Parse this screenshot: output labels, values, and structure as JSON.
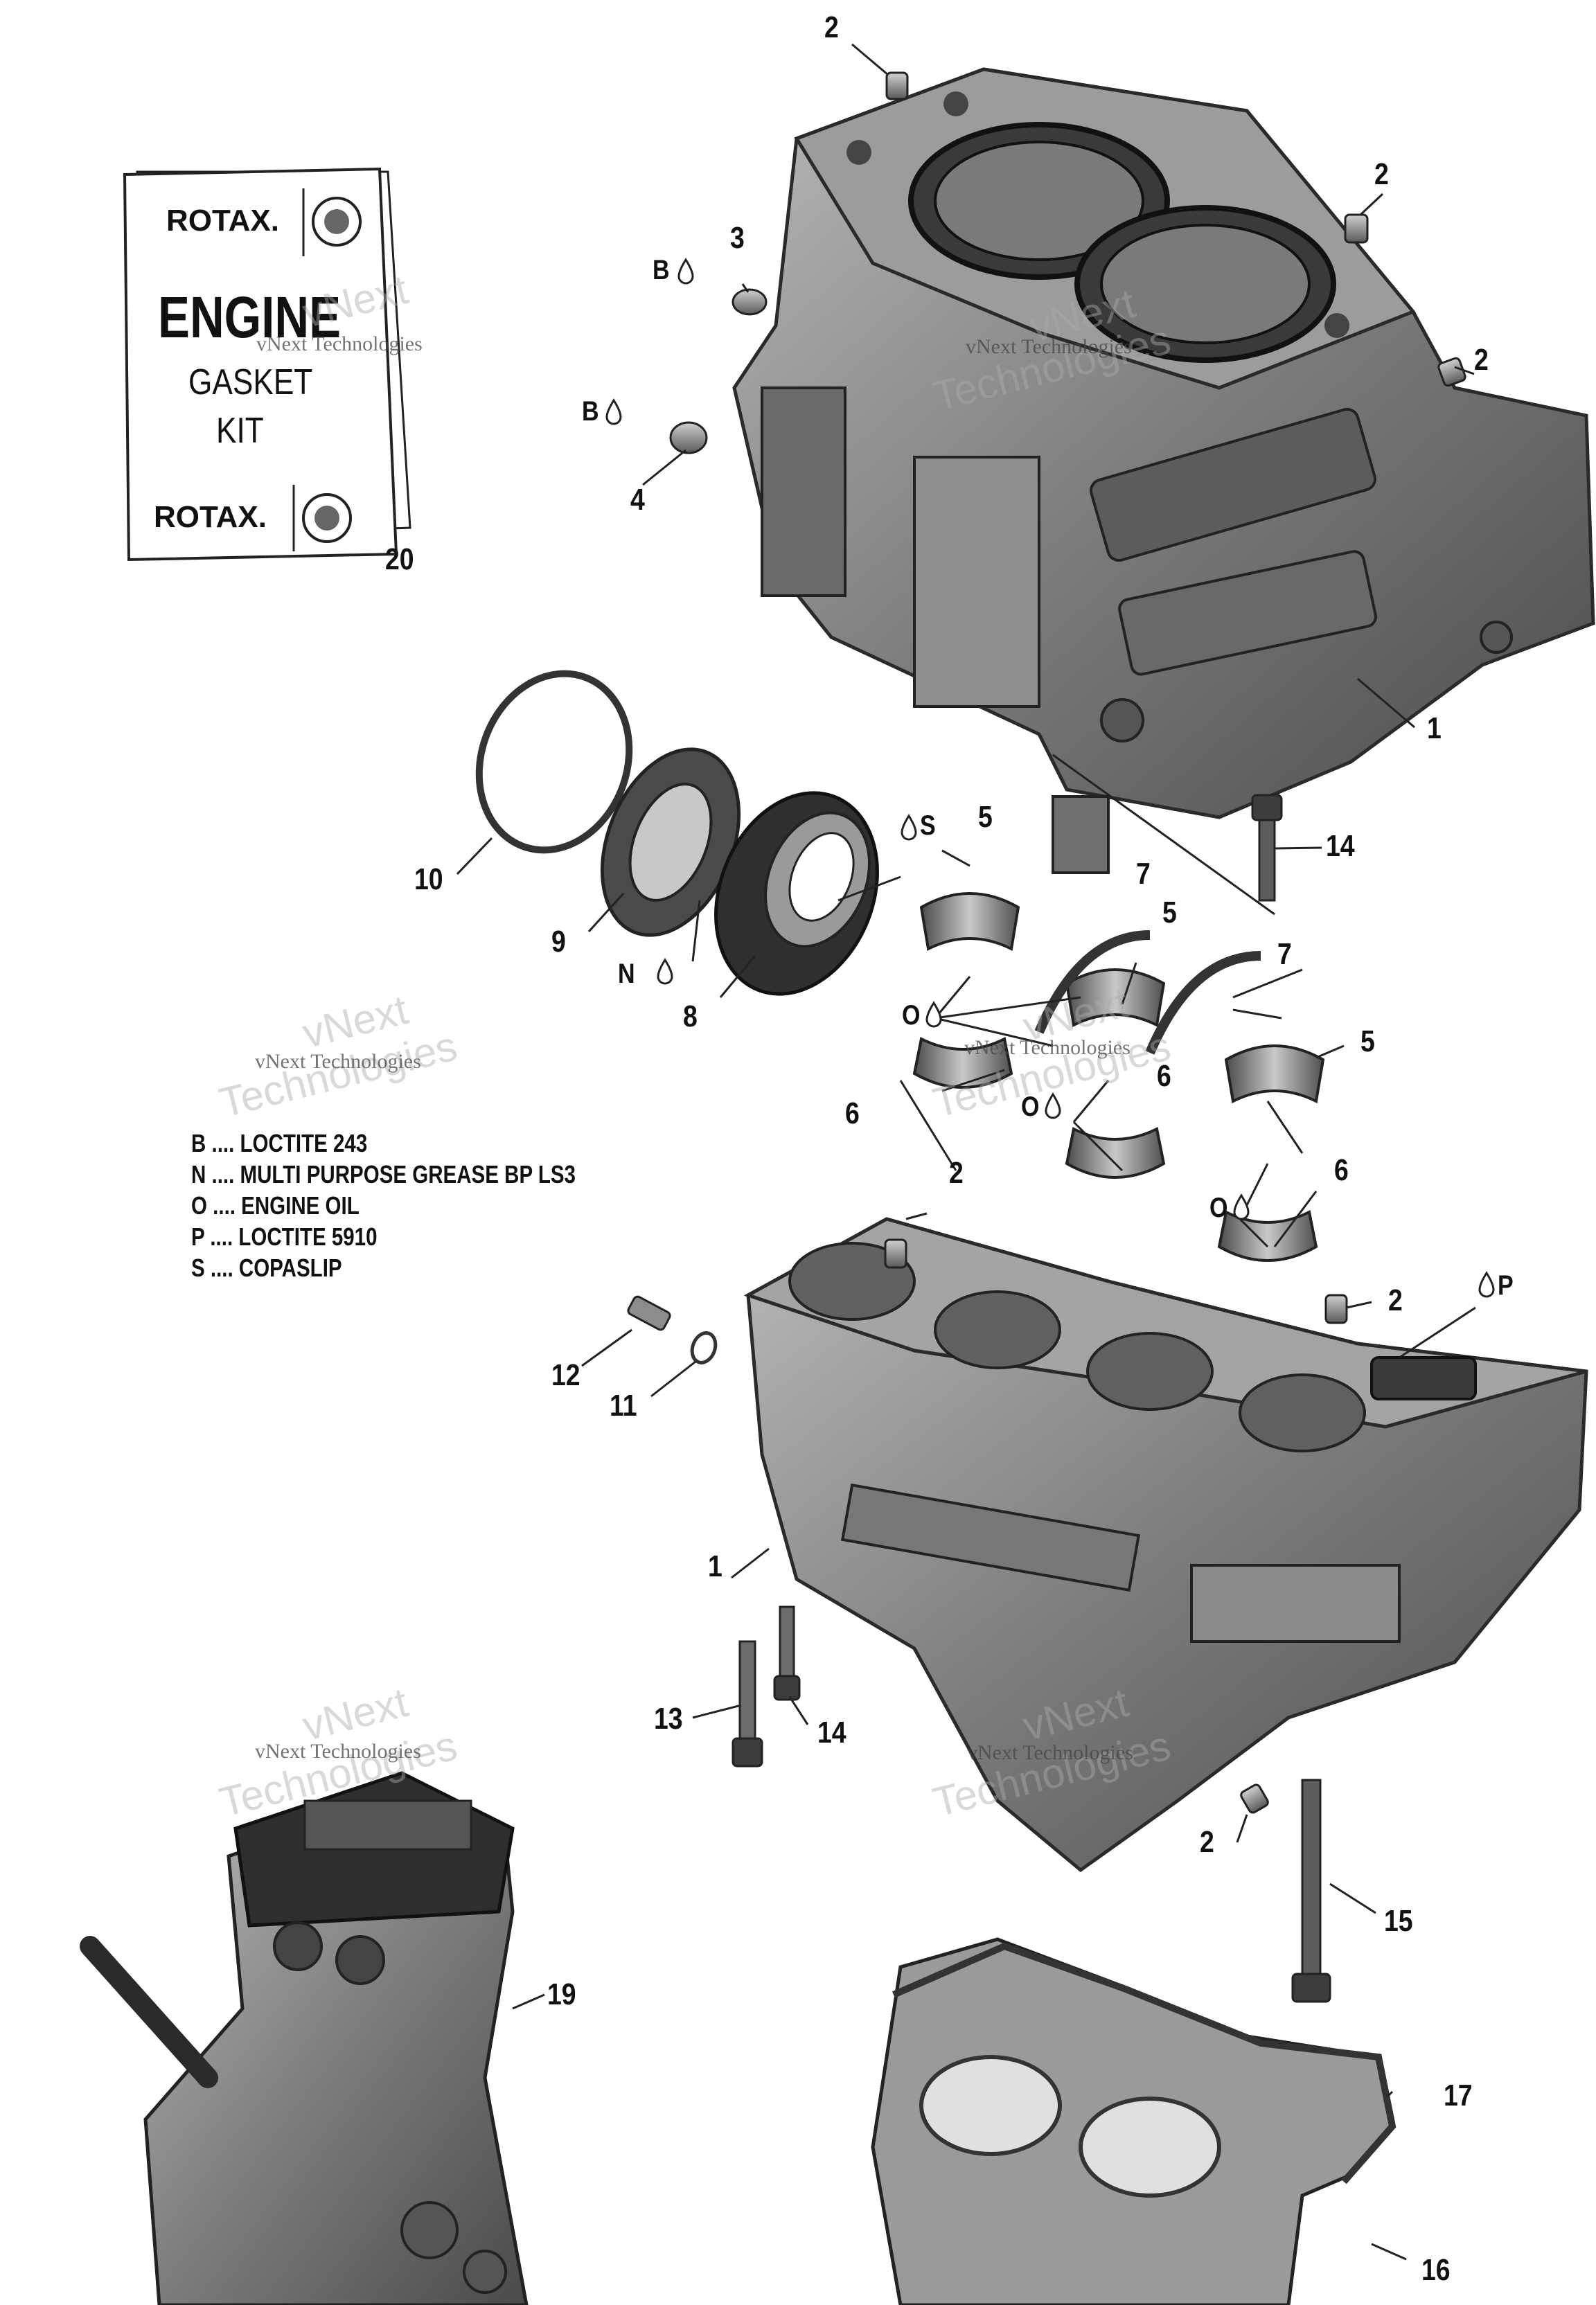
{
  "callouts": [
    {
      "id": "1",
      "label": "1"
    },
    {
      "id": "2",
      "label": "2"
    },
    {
      "id": "3",
      "label": "3"
    },
    {
      "id": "4",
      "label": "4"
    },
    {
      "id": "5",
      "label": "5"
    },
    {
      "id": "6",
      "label": "6"
    },
    {
      "id": "7",
      "label": "7"
    },
    {
      "id": "8",
      "label": "8"
    },
    {
      "id": "9",
      "label": "9"
    },
    {
      "id": "10",
      "label": "10"
    },
    {
      "id": "11",
      "label": "11"
    },
    {
      "id": "12",
      "label": "12"
    },
    {
      "id": "13",
      "label": "13"
    },
    {
      "id": "14",
      "label": "14"
    },
    {
      "id": "15",
      "label": "15"
    },
    {
      "id": "16",
      "label": "16"
    },
    {
      "id": "17",
      "label": "17"
    },
    {
      "id": "19",
      "label": "19"
    },
    {
      "id": "20",
      "label": "20"
    }
  ],
  "markers": {
    "B": "B",
    "N": "N",
    "O": "O",
    "P": "P",
    "S": "S"
  },
  "legend": [
    "B .... LOCTITE 243",
    "N .... MULTI PURPOSE GREASE BP LS3",
    "O .... ENGINE OIL",
    "P .... LOCTITE 5910",
    "S .... COPASLIP"
  ],
  "kit": {
    "brand_top": "ROTAX.",
    "line1": "ENGINE",
    "line2": "GASKET",
    "line3": "KIT",
    "brand_bottom": "ROTAX."
  },
  "watermark": {
    "line_big_1": "vNext",
    "line_big_2": "Technologies",
    "line_small": "vNext Technologies"
  },
  "colors": {
    "ink": "#111111",
    "part_fill": "#8a8a8a",
    "part_dark": "#3a3a3a",
    "part_light": "#c8c8c8"
  }
}
